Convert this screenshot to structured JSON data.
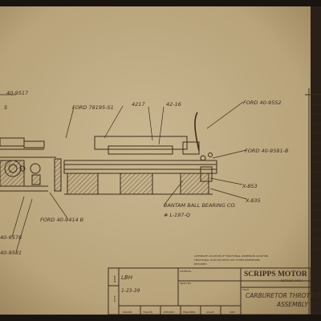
{
  "callouts": {
    "ford_40_9517": "40-9517",
    "left_s": "S",
    "ford_78195_s1": "FORD 78195-S1",
    "dim_4217": "4217",
    "dim_4216": "42-16",
    "ford_40_9552": "FORD 40-9552",
    "ford_40_9581_b": "FORD 40-9581-B",
    "x_853": "X-853",
    "x_835": "X-835",
    "ford_40_9414_b": "FORD 40-9414 B",
    "bantam_1": "BANTAM BALL BEARING CO.",
    "bantam_2": "# L-197-Q",
    "left_9578": "40-9578",
    "left_9581": "40-9581"
  },
  "note": {
    "line1": "ALTERNATE LOCATION OF FRACTIONAL DIMENSION LOCATION",
    "line2": "FRACTIONAL PLAN OR SHOW ANY OTHER DIMENSIONS",
    "line3": "REQUIRED"
  },
  "title_block": {
    "company": "SCRIPPS MOTOR",
    "city": "DETROIT, MICH",
    "material_label": "MATERIAL",
    "analysis_label": "ANALYSIS",
    "title_label": "TITLE",
    "title_line1": "CARBURETOR THROTTLE",
    "title_line2": "ASSEMBLY",
    "date_label": "DATE",
    "name_label": "NAME",
    "initials": "LBH",
    "date_value": "1-23-39",
    "col_drawn": "DRAWN",
    "col_traced": "TRACED",
    "col_checked": "CHECKED",
    "col_engineer": "ENGINEER",
    "col_scale": "SCALE",
    "col_size": "SIZE"
  }
}
